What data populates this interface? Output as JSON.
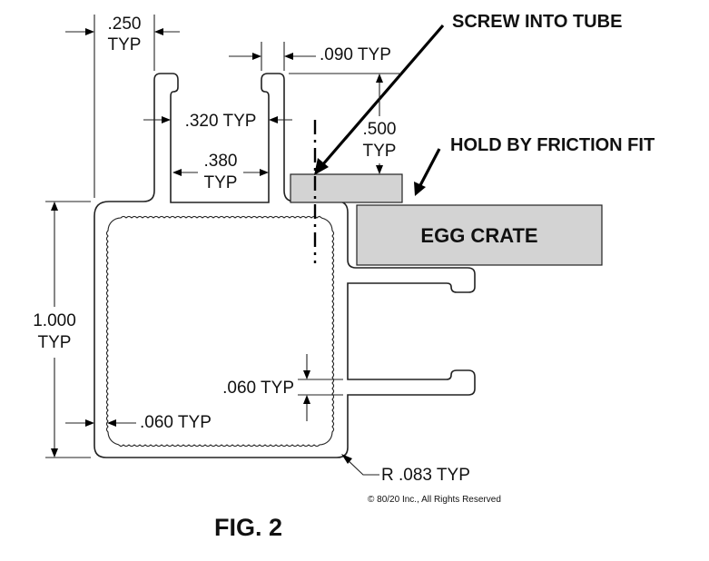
{
  "callouts": {
    "screw_into_tube": "SCREW INTO TUBE",
    "hold_by_friction_fit": "HOLD BY FRICTION FIT",
    "egg_crate": "EGG CRATE"
  },
  "dimensions": {
    "d250": ".250",
    "d250_typ": "TYP",
    "d090": ".090 TYP",
    "d320": ".320 TYP",
    "d380": ".380",
    "d380_typ": "TYP",
    "d500": ".500",
    "d500_typ": "TYP",
    "d1000": "1.000",
    "d1000_typ": "TYP",
    "d060_right": ".060 TYP",
    "d060_left": ".060 TYP",
    "radius": "R .083 TYP"
  },
  "copyright": "© 80/20 Inc., All Rights Reserved",
  "figure_caption": "FIG. 2",
  "colors": {
    "line": "#222222",
    "panel_fill": "#d3d3d3"
  }
}
